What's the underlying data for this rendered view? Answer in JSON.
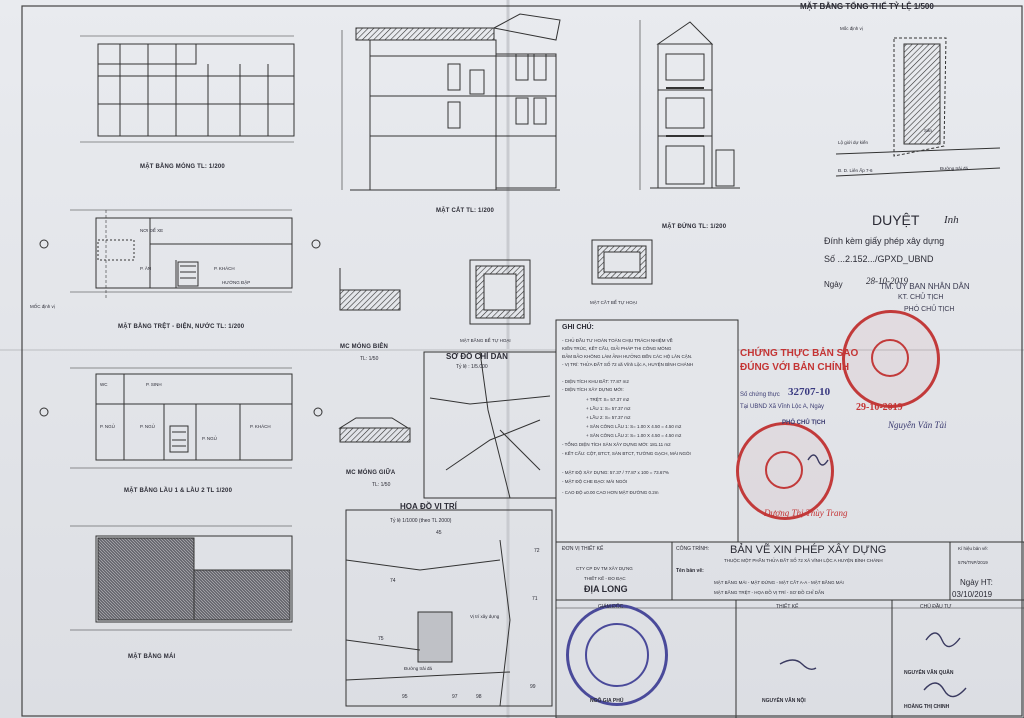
{
  "captions": {
    "foundation_plan": "MẶT BẰNG MÓNG  TL: 1/200",
    "section": "MẶT CẮT  TL: 1/200",
    "elevation": "MẶT ĐỨNG  TL: 1/200",
    "ground_floor": "MẶT BẰNG TRỆT - ĐIỆN, NƯỚC  TL: 1/200",
    "upper_floor": "MẶT BẰNG LẦU 1 & LẦU 2  TL 1/200",
    "roof_plan": "MẶT BẰNG MÁI",
    "edge_footing": "MC MÓNG BIÊN",
    "edge_footing_scale": "TL: 1/50",
    "mid_footing": "MC MÓNG GIỮA",
    "mid_footing_scale": "TL: 1/50",
    "manhole": "MẶT BẰNG BỂ TỰ HOẠI",
    "tank": "MẶT CẮT BỂ TỰ HOẠI",
    "marker": "MỐC định vị"
  },
  "rooms": {
    "kitchen": "NƠI ĐỂ XE",
    "dining": "P. ĂN",
    "living": "P. KHÁCH",
    "garage": "HƯỚNG ĐẬP",
    "wc": "WC",
    "study": "P. SINH",
    "bed1": "P. NGỦ",
    "bed2": "P. NGỦ",
    "bed3": "P. NGỦ",
    "balcony": "P. KHÁCH"
  },
  "site_plan": {
    "title": "MẶT BẰNG TỔNG THỂ TỶ LỆ 1/500",
    "marker": "Mốc định vị",
    "setback": "Lộ giới dự kiến",
    "yard": "Sân",
    "parcel": "Đ. D. Liên Ấp 7-6",
    "road": "Đường trải đá"
  },
  "location_map": {
    "title": "SƠ ĐỒ CHỈ DẪN",
    "scale": "Tỷ lệ : 1/5.000"
  },
  "cadastral": {
    "title": "HOẠ ĐỒ VỊ TRÍ",
    "scale": "Tỷ lệ 1/1000 (theo TL 2000)",
    "parcels": [
      "45",
      "72",
      "74",
      "71",
      "75",
      "95",
      "97",
      "98",
      "99"
    ],
    "site_label": "Vị trí xây dựng",
    "road": "Đường trải đá"
  },
  "notes": {
    "heading": "GHI CHÚ:",
    "lines": [
      "- CHỦ ĐẦU TƯ HOÀN TOÀN CHỊU TRÁCH NHIỆM VỀ",
      "KIẾN TRÚC, KẾT CẤU, GIẢI PHÁP THI CÔNG MÓNG",
      "ĐẢM BẢO KHÔNG LÀM ẢNH HƯỞNG ĐẾN CÁC HỘ LÂN CẬN.",
      "- VỊ TRÍ: THỬA ĐẤT SỐ 72 xã Vĩnh Lộc A, HUYỆN BÌNH CHÁNH",
      "- DIỆN TÍCH KHU ĐẤT: 77.87 m2",
      "- DIỆN TÍCH XÂY DỰNG MỚI:",
      "+ TRỆT:     S= 57.37 m2",
      "+ LẦU 1:    S= 57.37 m2",
      "+ LẦU 2:    S= 57.37 m2",
      "+ SÂN CÔNG LẦU 1:  S= 1.00 X 4.50 = 4.50 m2",
      "+ SÂN CÔNG LẦU 2:  S= 1.00 X 4.50 = 4.50 m2",
      "- TỔNG DIỆN TÍCH SÀN XÂY DỰNG MỚI: 181.11 m2",
      "- KẾT CẤU: CỘT, BTCT, SÀN BTCT, TƯỜNG GẠCH, MÁI NGÓI",
      "- MẬT ĐỘ XÂY DỰNG: 57.37 / 77.87 x 100 = 73.67%",
      "- MẬT ĐỘ CHE ĐẠO: MÁI NGÓI",
      "- CAO ĐỘ ±0.00 CAO HƠN MẶT ĐƯỜNG 0.2m"
    ]
  },
  "approval": {
    "title": "DUYỆT",
    "initials": "Inh",
    "attached": "Đính kèm giấy phép xây dựng",
    "number": "Số ...2.152.../GPXD_UBND",
    "date_label": "Ngày",
    "date": "28-10-2019",
    "authority": "TM. ỦY BAN NHÂN DÂN",
    "role1": "KT. CHỦ TỊCH",
    "role2": "PHÓ CHỦ TỊCH"
  },
  "certification": {
    "line1": "CHỨNG THỰC BẢN SAO",
    "line2": "ĐÚNG VỚI BẢN CHÍNH",
    "label": "Số chứng thực",
    "number": "32707-10",
    "issuer": "Tại UBND Xã Vĩnh Lộc A, Ngày",
    "date": "29-10-2019",
    "role": "PHÓ CHỦ TỊCH",
    "signer": "Nguyễn Văn Tài",
    "officer": "Dương Thị Thùy Trang"
  },
  "title_block": {
    "designer_unit_label": "ĐƠN VỊ THIẾT KẾ",
    "company": "CTY CP DV TM XÂY DỰNG",
    "company_dept": "THIẾT KẾ - ĐO ĐẠC",
    "company_short": "ĐỊA LONG",
    "project_label": "CÔNG TRÌNH:",
    "project_title": "BẢN VẼ XIN PHÉP XÂY DỰNG",
    "project_address": "THUỘC MỘT PHẦN THỬA ĐẤT SỐ 72 XÃ VĨNH LỘC A HUYỆN BÌNH CHÁNH",
    "drawing_name_label": "Tên bản vẽ:",
    "contents1": "MẶT BẰNG MÁI - MẶT ĐỨNG - MẶT CẮT A-A - MẶT BẰNG MÁI",
    "contents2": "MẶT BẰNG TRỆT - HỌA ĐỒ VỊ TRÍ - SƠ ĐỒ CHỈ DẪN",
    "symbol_label": "Kí hiệu bản vẽ:",
    "symbol_value": "57N/TNP/2019",
    "date_label": "Ngày HT:",
    "date_value": "03/10/2019",
    "director_label": "GIÁM ĐỐC",
    "designer_label": "THIẾT KẾ",
    "lead_label": "CHỦ ĐẦU TƯ",
    "director_name": "NGÔ GIA PHÚ",
    "designer_name": "NGUYỄN VĂN NỘI",
    "lead_name": "NGUYỄN VĂN QUÂN",
    "checker_name": "HOÀNG THỊ CHINH"
  }
}
